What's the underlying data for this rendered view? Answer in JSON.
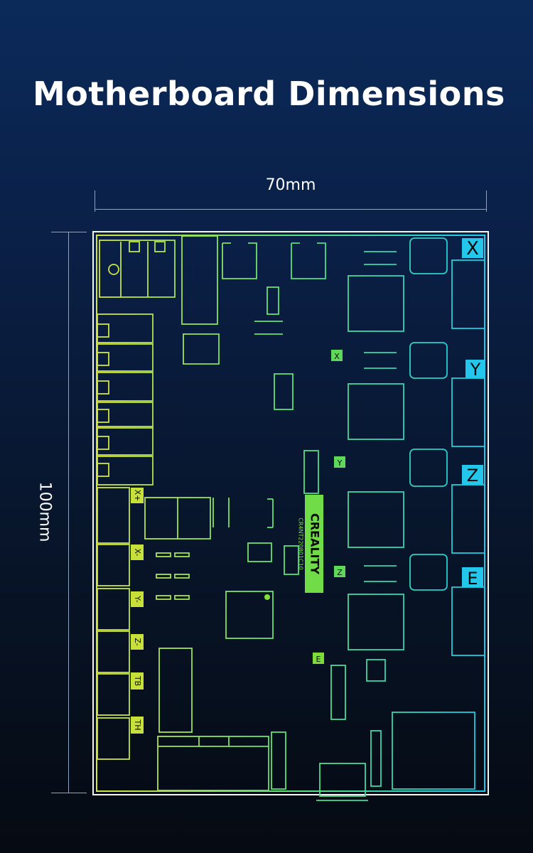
{
  "title": "Motherboard Dimensions",
  "width_label": "70mm",
  "height_label": "100mm",
  "brand_text": "CREALITY",
  "board_code": "CR4NT220801C10",
  "axis_labels": {
    "x": "X",
    "y": "Y",
    "z": "Z",
    "e": "E"
  },
  "small_axis_labels": {
    "x": "X",
    "y": "Y",
    "z": "Z",
    "e": "E"
  },
  "endstop_labels": [
    "X+",
    "X-",
    "Y-",
    "Z-",
    "TB",
    "TH"
  ],
  "colors": {
    "background_top": "#0b2a5a",
    "background_bottom": "#060a12",
    "green": "#8bdc2e",
    "cyan": "#19c9e8",
    "yellow": "#d3e03a"
  }
}
